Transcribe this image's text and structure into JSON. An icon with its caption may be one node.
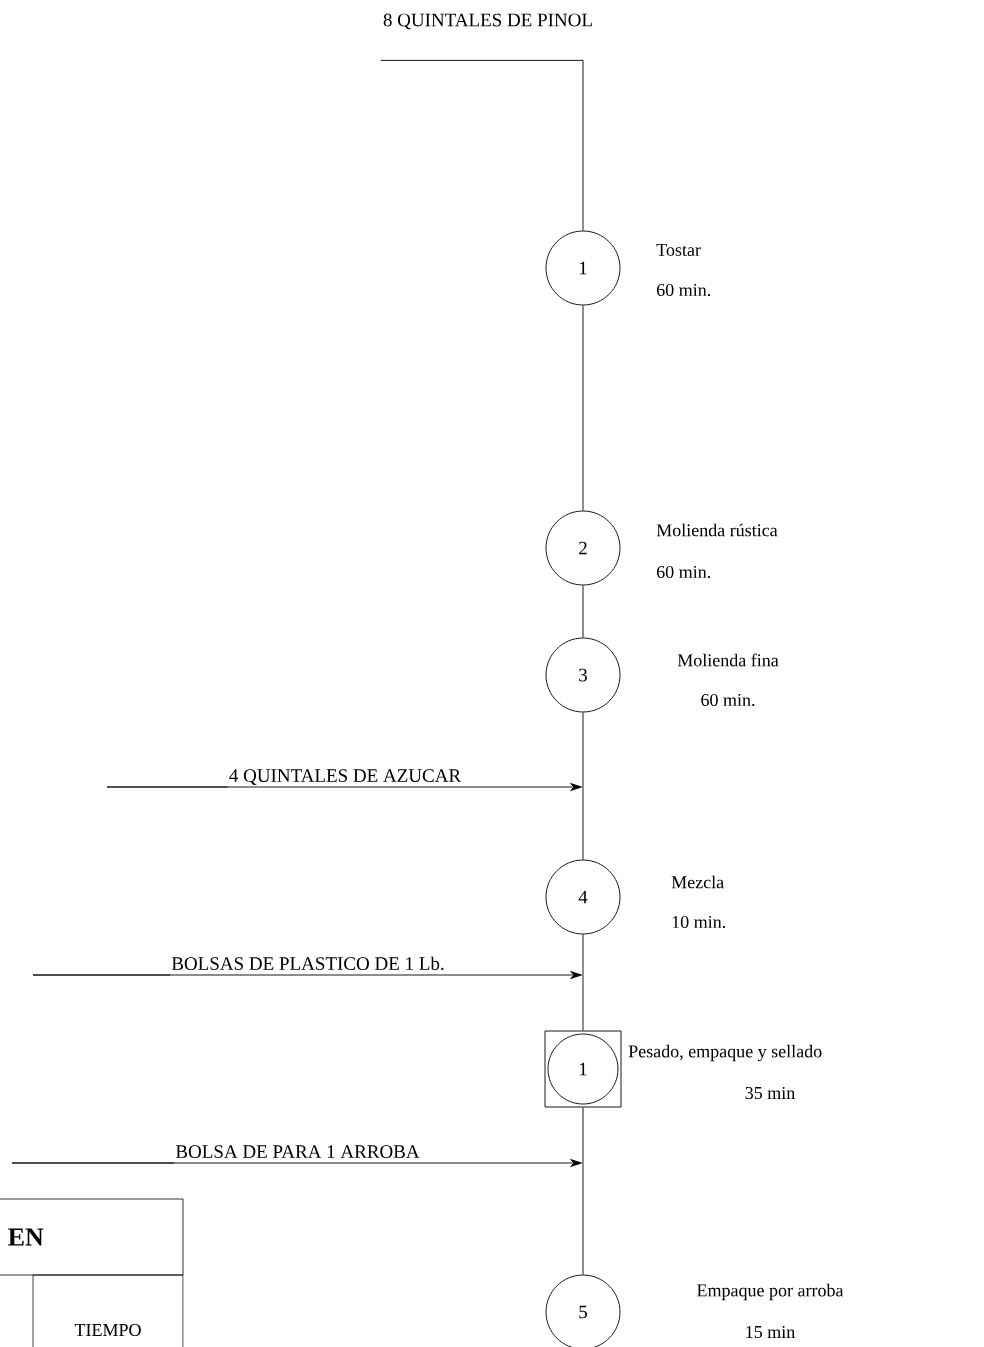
{
  "diagram": {
    "nodes": [
      {
        "text": [
          "8 QUINTALES DE PINOL"
        ]
      },
      {
        "text": [
          "1"
        ],
        "beside": [
          "Tostar",
          "60 min."
        ]
      },
      {
        "text": [
          "2"
        ],
        "beside": [
          "Molienda rústica",
          "60 min."
        ]
      },
      {
        "text": [
          "3"
        ],
        "beside": [
          "Molienda fina",
          "60 min."
        ]
      },
      {
        "text": [
          "4"
        ],
        "beside": [
          "Mezcla",
          "10 min."
        ]
      },
      {
        "text": [
          "1"
        ],
        "beside": [
          "Pesado, empaque y sellado",
          "35 min"
        ]
      },
      {
        "text": [
          "5"
        ],
        "beside": [
          "Empaque por arroba",
          "15 min"
        ]
      },
      {
        "text": [
          "4 QUINTALES DE AZUCAR"
        ]
      },
      {
        "text": [
          "BOLSAS DE PLASTICO DE 1 Lb."
        ]
      },
      {
        "text": [
          "BOLSA DE PARA 1 ARROBA"
        ]
      }
    ],
    "edges": [
      {
        "from": 0,
        "to": 1,
        "arrow": "none"
      },
      {
        "from": 1,
        "to": 2,
        "arrow": "none"
      },
      {
        "from": 2,
        "to": 3,
        "arrow": "none"
      },
      {
        "from": 3,
        "to": 4,
        "arrow": "none"
      },
      {
        "from": 4,
        "to": 5,
        "arrow": "none"
      },
      {
        "from": 5,
        "to": 6,
        "arrow": "none"
      },
      {
        "from": 7,
        "to": null,
        "arrow": "to"
      },
      {
        "from": 8,
        "to": null,
        "arrow": "to"
      },
      {
        "from": 9,
        "to": null,
        "arrow": "to"
      }
    ],
    "labels": [
      "EN",
      "TIEMPO"
    ]
  }
}
